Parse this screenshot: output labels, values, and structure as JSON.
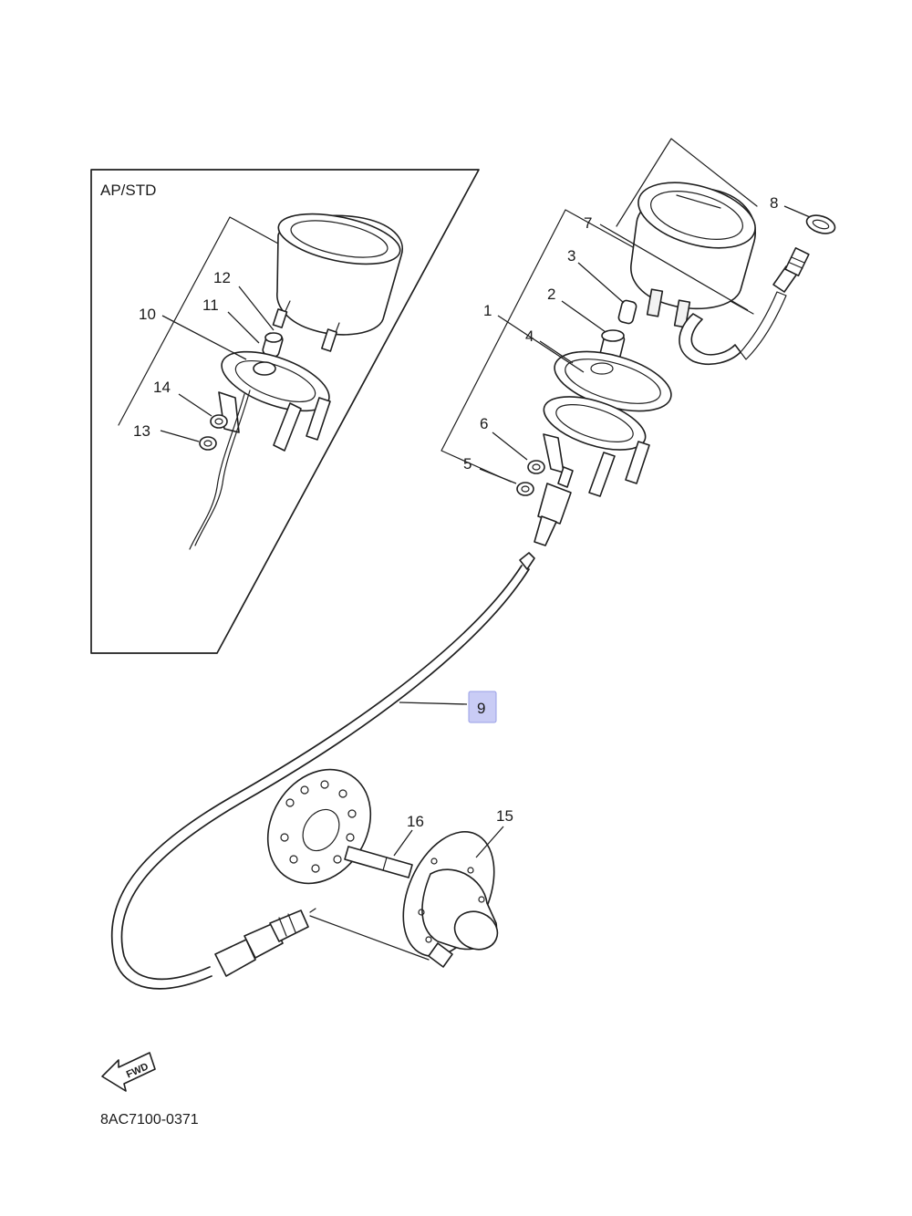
{
  "inset": {
    "title": "AP/STD"
  },
  "callouts": {
    "c1": "1",
    "c2": "2",
    "c3": "3",
    "c4": "4",
    "c5": "5",
    "c6": "6",
    "c7": "7",
    "c8": "8",
    "c9": "9",
    "c10": "10",
    "c11": "11",
    "c12": "12",
    "c13": "13",
    "c14": "14",
    "c15": "15",
    "c16": "16"
  },
  "highlight": {
    "color": "#c9ccf5",
    "border": "#9aa0e6"
  },
  "fwd_arrow": {
    "label": "FWD"
  },
  "drawing_code": "8AC7100-0371"
}
